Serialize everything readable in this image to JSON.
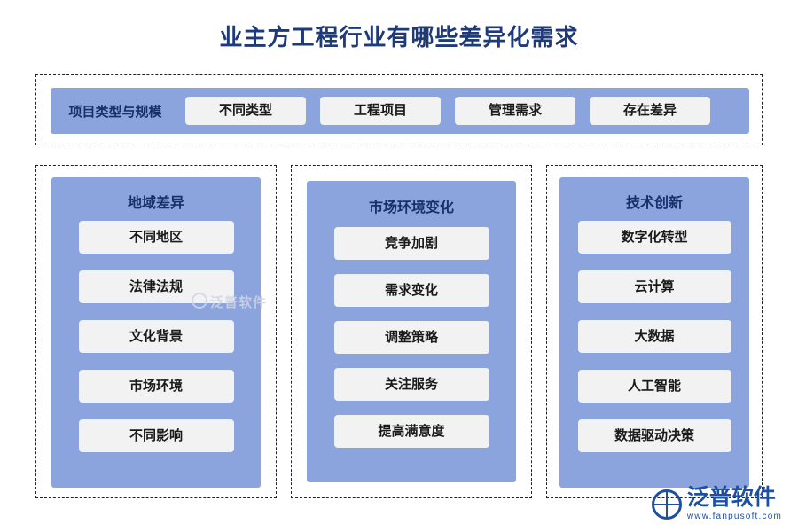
{
  "title": "业主方工程行业有哪些差异化需求",
  "top_band": {
    "label": "项目类型与规模",
    "chips": [
      "不同类型",
      "工程项目",
      "管理需求",
      "存在差异"
    ]
  },
  "columns": [
    {
      "title": "地域差异",
      "items": [
        "不同地区",
        "法律法规",
        "文化背景",
        "市场环境",
        "不同影响"
      ]
    },
    {
      "title": "市场环境变化",
      "items": [
        "竞争加剧",
        "需求变化",
        "调整策略",
        "关注服务",
        "提高满意度"
      ]
    },
    {
      "title": "技术创新",
      "items": [
        "数字化转型",
        "云计算",
        "大数据",
        "人工智能",
        "数据驱动决策"
      ]
    }
  ],
  "watermark": {
    "center": "泛普软件"
  },
  "logo": {
    "name": "泛普软件",
    "url": "www.fanpusoft.com"
  },
  "colors": {
    "title": "#1e3a78",
    "panel": "#8ba4dd",
    "chip": "#f2f2f2",
    "brand": "#1e4fa3"
  }
}
